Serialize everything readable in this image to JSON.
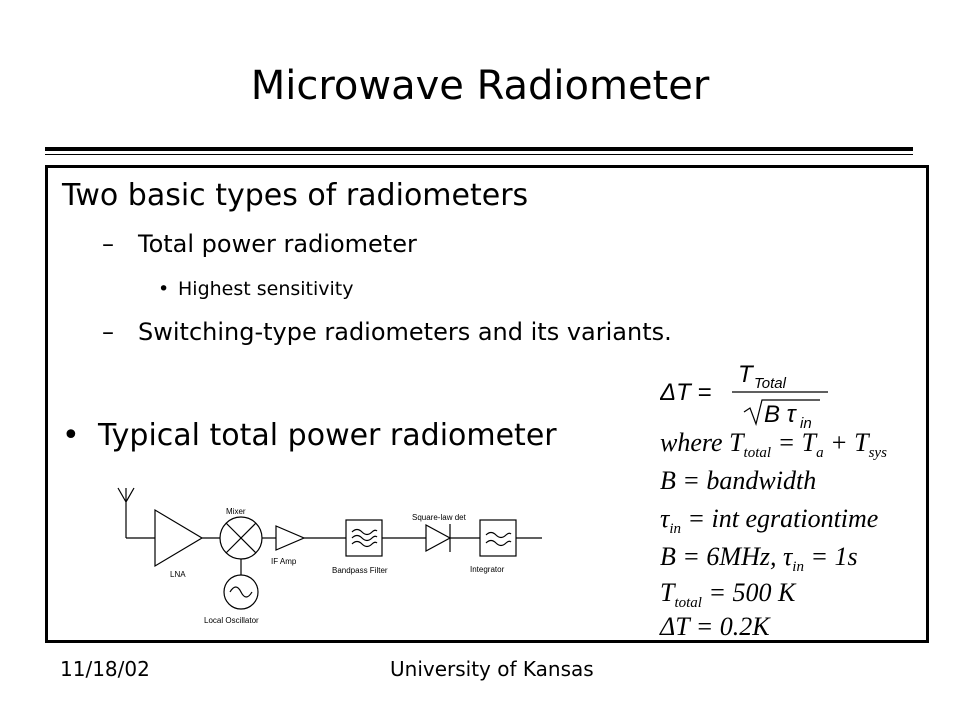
{
  "slide": {
    "title": "Microwave Radiometer",
    "heading": "Two basic types of radiometers",
    "sub1_dash": "–",
    "sub1": "Total power radiometer",
    "sub1_bullet": "•",
    "sub1_detail": "Highest sensitivity",
    "sub2_dash": "–",
    "sub2": "Switching-type radiometers and its variants.",
    "bullet": "•",
    "typical": "Typical total power radiometer"
  },
  "diagram": {
    "lna": "LNA",
    "mixer": "Mixer",
    "if_amp": "IF Amp",
    "bandpass": "Bandpass Filter",
    "square_law": "Square-law det",
    "integrator": "Integrator",
    "local_osc": "Local Oscillator"
  },
  "equations": {
    "delta_t": "ΔT =",
    "t_total": "T",
    "t_total_sub": "Total",
    "sqrt_body": "B τ",
    "sqrt_sub": "in",
    "where": "where T",
    "where_sub1": "total",
    "where_eq": " = T",
    "where_sub2": "a",
    "where_plus": " + T",
    "where_sub3": "sys",
    "b_def": "B = bandwidth",
    "tau": "τ",
    "tau_sub": "in",
    "tau_def": " = int egrationtime",
    "b_val": "B = 6MHz, τ",
    "b_val_sub": "in",
    "b_val_tail": " = 1s",
    "ttotal": "T",
    "ttotal_sub": "total",
    "ttotal_val": " = 500 K",
    "dt_val": "ΔT = 0.2K"
  },
  "footer": {
    "date": "11/18/02",
    "org": "University of Kansas"
  }
}
